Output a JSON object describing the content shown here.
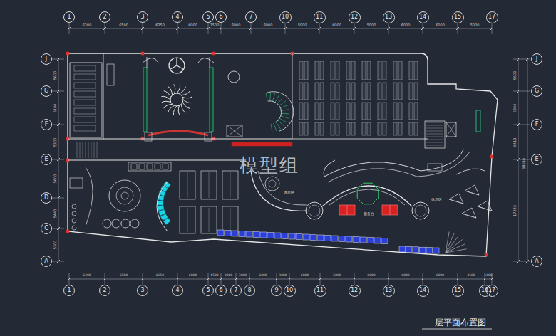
{
  "diagram": {
    "caption": "一层平面布置图",
    "nodes": [
      {
        "text": [
          "1"
        ]
      },
      {
        "text": [
          "2"
        ]
      },
      {
        "text": [
          "3"
        ]
      },
      {
        "text": [
          "4"
        ]
      },
      {
        "text": [
          "5"
        ]
      },
      {
        "text": [
          "6"
        ]
      },
      {
        "text": [
          "7"
        ]
      },
      {
        "text": [
          "10"
        ]
      },
      {
        "text": [
          "11"
        ]
      },
      {
        "text": [
          "12"
        ]
      },
      {
        "text": [
          "13"
        ]
      },
      {
        "text": [
          "14"
        ]
      },
      {
        "text": [
          "15"
        ]
      },
      {
        "text": [
          "17"
        ]
      },
      {
        "text": [
          "1"
        ]
      },
      {
        "text": [
          "2"
        ]
      },
      {
        "text": [
          "3"
        ]
      },
      {
        "text": [
          "4"
        ]
      },
      {
        "text": [
          "5"
        ]
      },
      {
        "text": [
          "6"
        ]
      },
      {
        "text": [
          "7"
        ]
      },
      {
        "text": [
          "8"
        ]
      },
      {
        "text": [
          "9"
        ]
      },
      {
        "text": [
          "10"
        ]
      },
      {
        "text": [
          "11"
        ]
      },
      {
        "text": [
          "12"
        ]
      },
      {
        "text": [
          "13"
        ]
      },
      {
        "text": [
          "14"
        ]
      },
      {
        "text": [
          "15"
        ]
      },
      {
        "text": [
          "16"
        ]
      },
      {
        "text": [
          "17"
        ]
      },
      {
        "text": [
          "J"
        ]
      },
      {
        "text": [
          "G"
        ]
      },
      {
        "text": [
          "F"
        ]
      },
      {
        "text": [
          "E"
        ]
      },
      {
        "text": [
          "D"
        ]
      },
      {
        "text": [
          "C"
        ]
      },
      {
        "text": [
          "A"
        ]
      },
      {
        "text": [
          "J"
        ]
      },
      {
        "text": [
          "G"
        ]
      },
      {
        "text": [
          "F"
        ]
      },
      {
        "text": [
          "E"
        ]
      },
      {
        "text": [
          "A"
        ]
      }
    ],
    "labels": [
      "6200",
      "6500",
      "6250",
      "6000",
      "3500",
      "6000",
      "6000",
      "5000",
      "6000",
      "5000",
      "6000",
      "6000",
      "5000",
      "6200",
      "6500",
      "6250",
      "6000",
      "1500",
      "3000",
      "3000",
      "6000",
      "3000",
      "6000",
      "6000",
      "6000",
      "6000",
      "6000",
      "4500",
      "1000",
      "5600",
      "5100",
      "5300",
      "5600",
      "5440",
      "5300",
      "5600",
      "6800",
      "6413",
      "17283",
      "38090",
      "休息区",
      "休息区",
      "服务台",
      "模型组"
    ]
  }
}
